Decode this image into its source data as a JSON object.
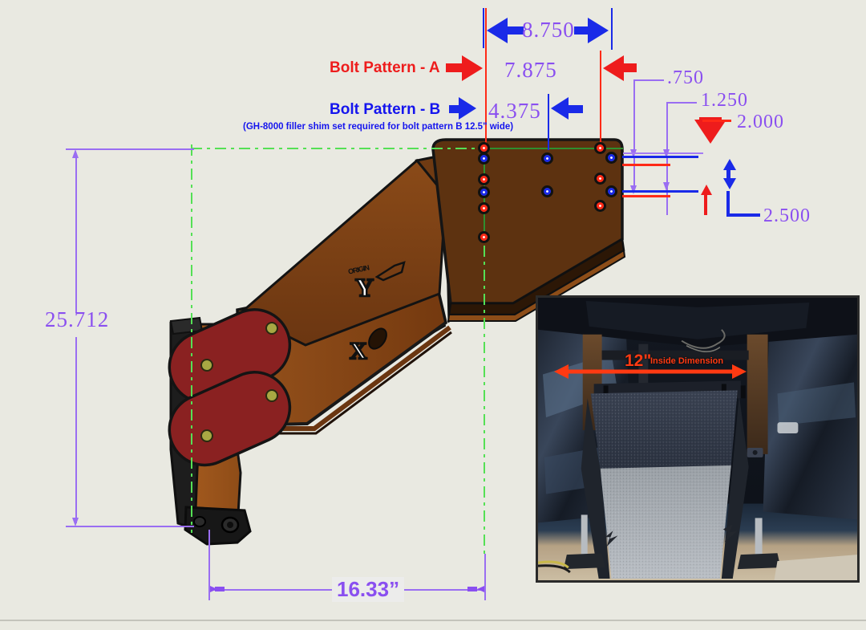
{
  "drawing": {
    "title": "Hitch step bracket dimensioned drawing",
    "background_color": "#e9e9e1"
  },
  "annotations": {
    "bolt_pattern_a_label": "Bolt Pattern - A",
    "bolt_pattern_b_label": "Bolt Pattern - B",
    "bolt_pattern_note": "(GH-8000 filler shim set required for bolt pattern B 12.5\" wide)",
    "colors": {
      "pattern_a": "#ee1c1c",
      "pattern_b": "#1515ee",
      "dimension": "#8a4ff0",
      "centerline": "#55e055"
    }
  },
  "dimensions": {
    "width_overall": "8.750",
    "pattern_a_width": "7.875",
    "pattern_b_width": "4.375",
    "offset_small": ".750",
    "offset_medium": "1.250",
    "vertical_red": "2.000",
    "vertical_blue": "2.500",
    "height_overall": "25.712",
    "depth_overall": "16.33”"
  },
  "model": {
    "axis_x_label": "X",
    "axis_y_label": "Y",
    "axis_badge": "ORIGIN"
  },
  "photo": {
    "caption_number": "12\"",
    "caption_text": "Inside Dimension",
    "alt": "Underside photo of truck hitch with step installed"
  }
}
